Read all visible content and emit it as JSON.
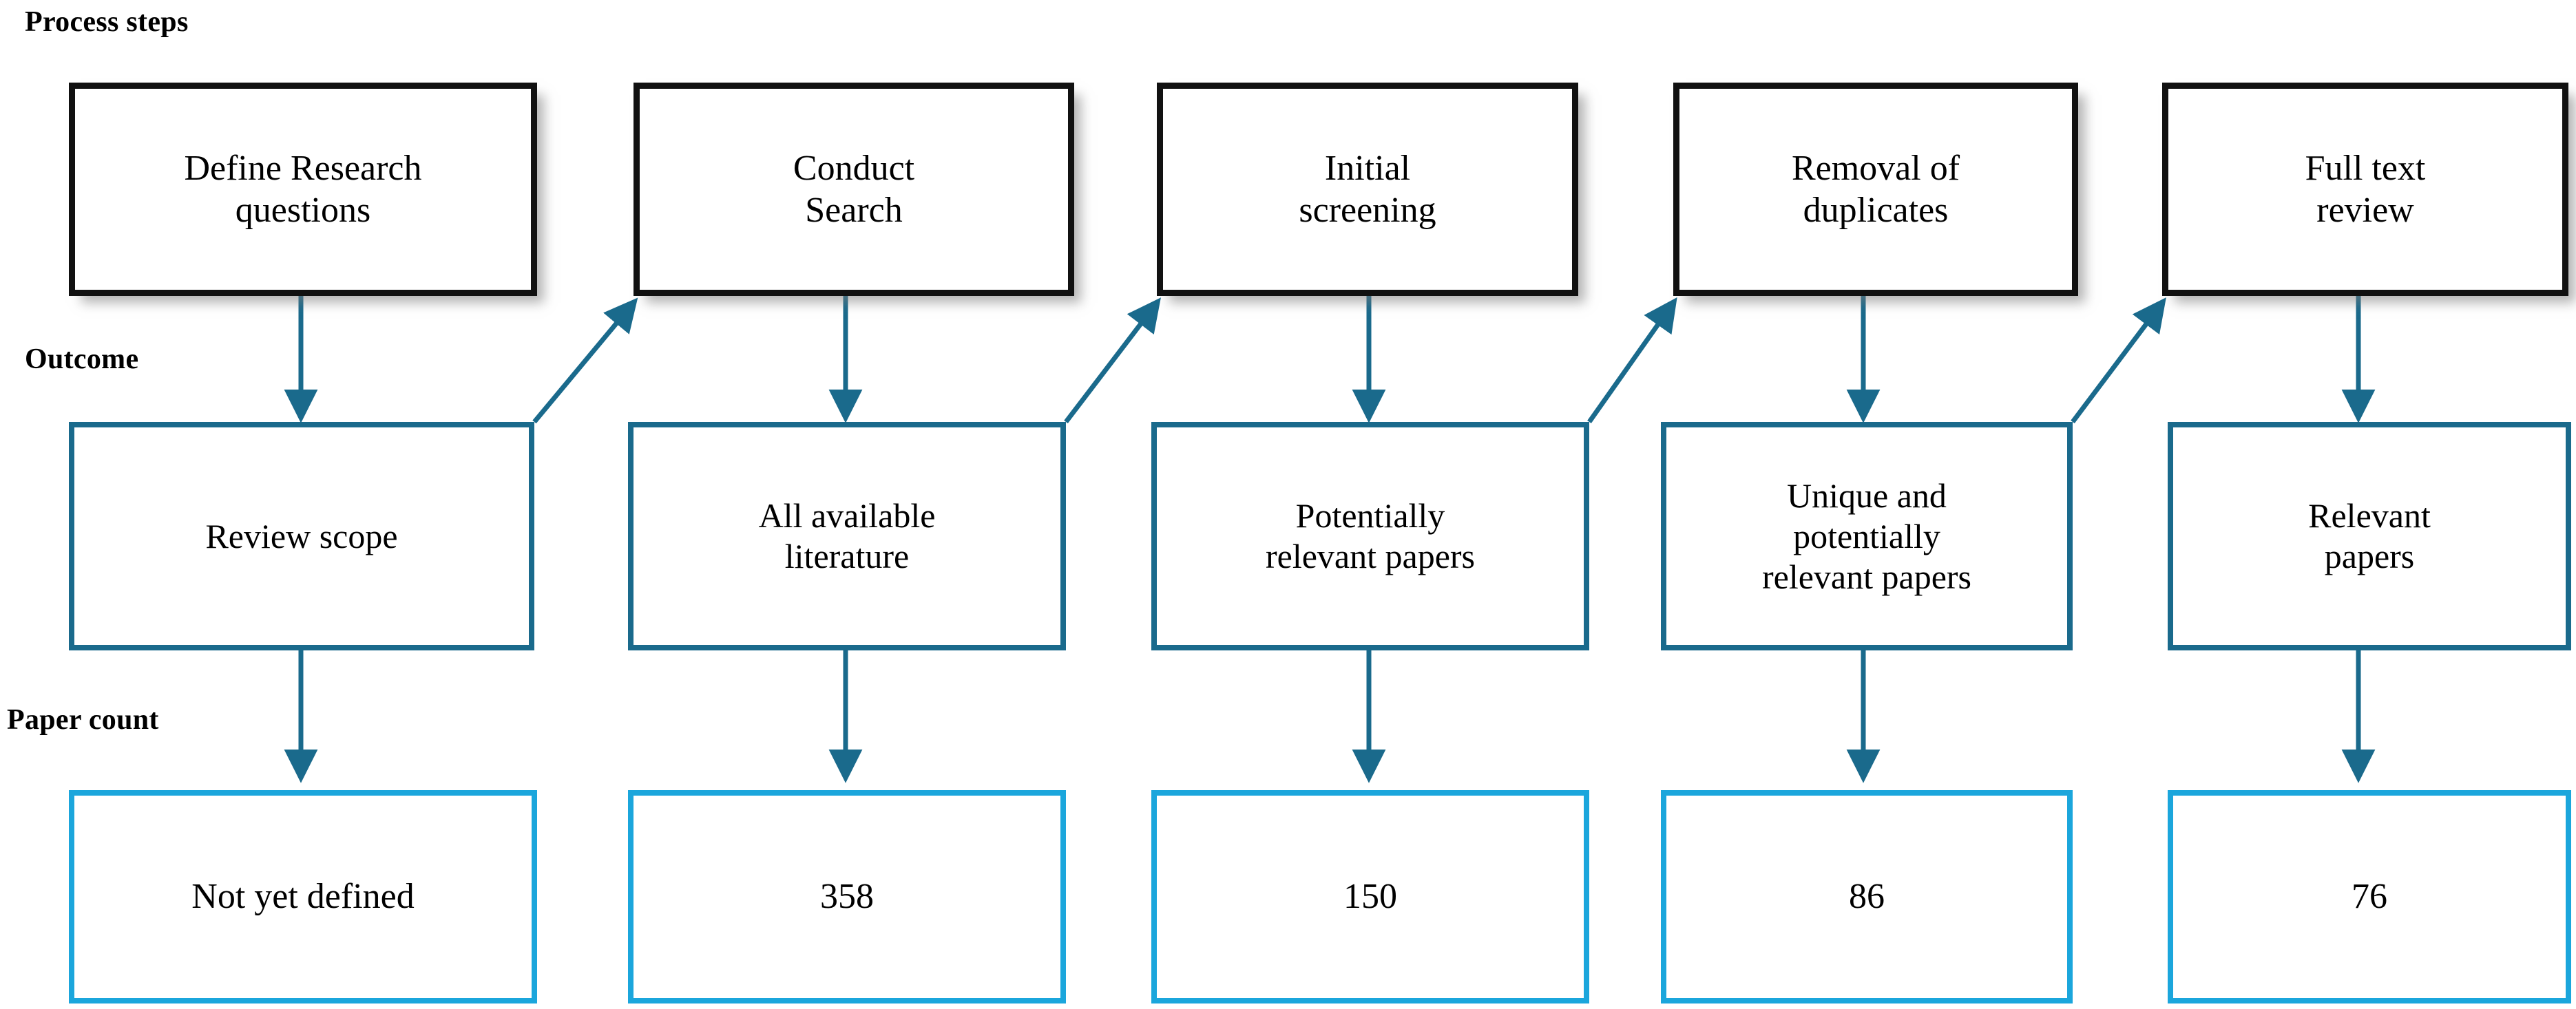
{
  "diagram": {
    "title_rows": {
      "process_steps": "Process steps",
      "outcome": "Outcome",
      "paper_count": "Paper count"
    },
    "colors": {
      "process_border": "#111111",
      "outcome_border": "#1A6A8C",
      "count_border": "#1BA6DC",
      "arrow": "#1A6A8C",
      "background": "#FFFFFF",
      "text": "#000000"
    },
    "columns": [
      {
        "process": "Define Research\nquestions",
        "outcome": "Review scope",
        "count": "Not yet defined"
      },
      {
        "process": "Conduct\nSearch",
        "outcome": "All available\nliterature",
        "count": "358"
      },
      {
        "process": "Initial\nscreening",
        "outcome": "Potentially\nrelevant papers",
        "count": "150"
      },
      {
        "process": "Removal of\nduplicates",
        "outcome": "Unique and\npotentially\nrelevant papers",
        "count": "86"
      },
      {
        "process": "Full text\nreview",
        "outcome": "Relevant\npapers",
        "count": "76"
      }
    ]
  }
}
